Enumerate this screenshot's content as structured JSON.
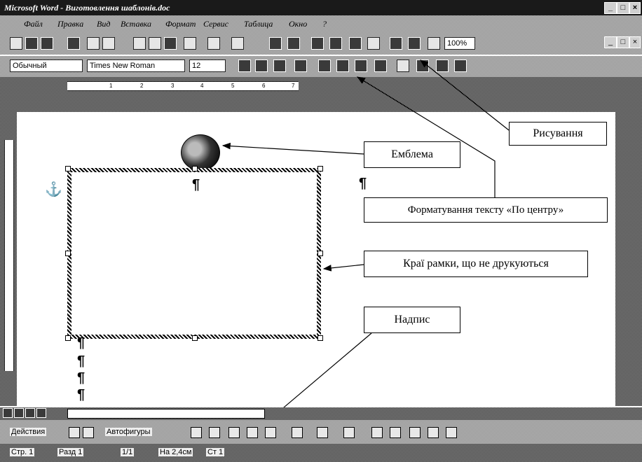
{
  "window": {
    "title": "Microsoft Word - Виготовлення шаблонів.doc"
  },
  "menubar": {
    "items": [
      "Файл",
      "Правка",
      "Вид",
      "Вставка",
      "Формат",
      "Сервис",
      "Таблица",
      "Окно",
      "?"
    ]
  },
  "toolbar": {
    "style_value": "Обычный",
    "font_value": "Times New Roman",
    "size_value": "12",
    "zoom_value": "100%"
  },
  "ruler": {
    "ticks": [
      "1",
      "2",
      "3",
      "4",
      "5",
      "6",
      "7"
    ]
  },
  "document": {
    "pilcrow": "¶",
    "anchor": "⚓"
  },
  "callouts": {
    "drawing": "Рисування",
    "emblem": "Емблема",
    "center_align": "Форматування тексту «По центру»",
    "frame_edges": "Краї рамки, що не друкуються",
    "caption": "Надпис"
  },
  "drawbar": {
    "actions": "Действия",
    "autoshapes": "Автофигуры"
  },
  "statusbar": {
    "page": "Стр. 1",
    "section": "Разд 1",
    "pages": "1/1",
    "position": "На 2,4см",
    "line": "Ст 1"
  },
  "colors": {
    "titlebar": "#1a1a1a",
    "dither": "#8c8c8c",
    "paper": "#ffffff"
  }
}
